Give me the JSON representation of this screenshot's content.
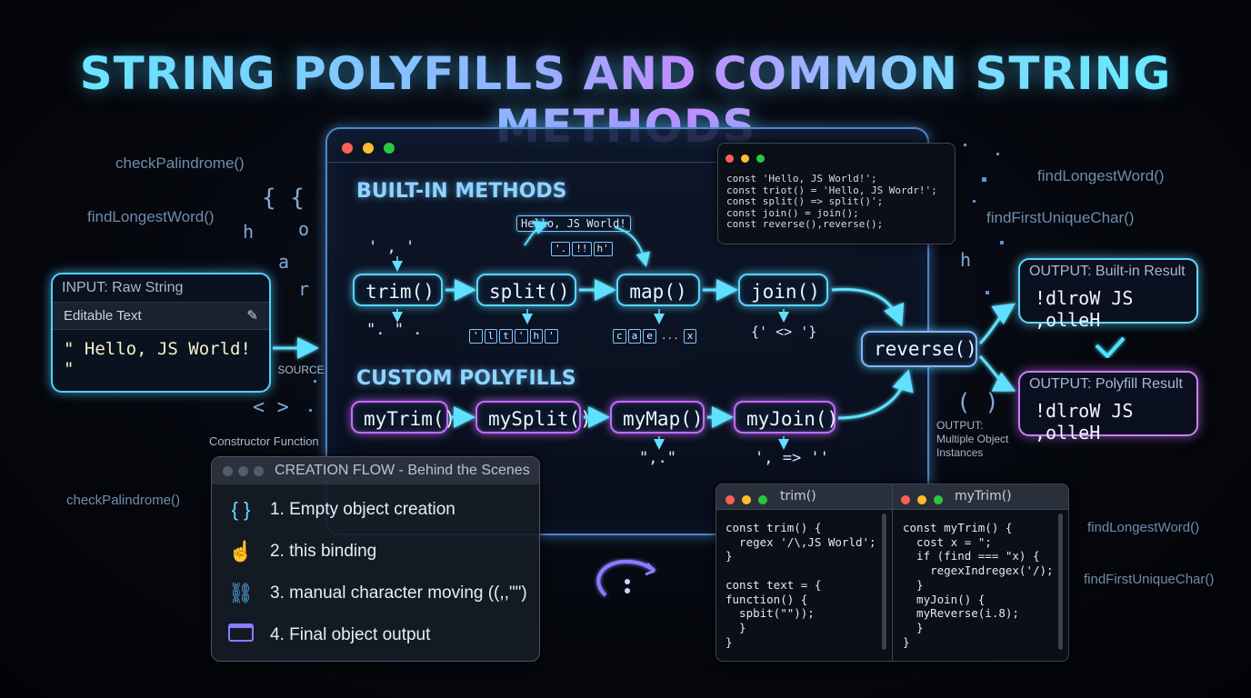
{
  "title": "STRING POLYFILLS AND COMMON STRING METHODS",
  "floating_labels": {
    "left_top": "checkPalindrome()",
    "left_mid": "findLongestWord()",
    "left_bottom": "checkPalindrome()",
    "right_top1": "findLongestWord()",
    "right_top2": "findFirstUniqueChar()",
    "right_bottom1": "findLongestWord()",
    "right_bottom2": "findFirstUniqueChar()"
  },
  "input": {
    "header": "INPUT: Raw String",
    "subheader": "Editable Text",
    "value": "\" Hello, JS World! \""
  },
  "source_label": {
    "line1": "SOURCE:",
    "line2": "Constructor Function"
  },
  "builtin": {
    "heading": "BUILT-IN METHODS",
    "nodes": [
      "trim()",
      "split()",
      "map()",
      "join()"
    ],
    "sample_tag": "Hello, JS World!",
    "above_trim": "' , '",
    "below_trim": "\". \" .",
    "below_split": [
      "'",
      "l",
      "t",
      "'",
      "h",
      "'"
    ],
    "above_map": [
      "'.",
      "!!",
      "h'"
    ],
    "below_map": [
      "c",
      "a",
      "e",
      "...",
      "x"
    ],
    "below_join": "{' <> '}"
  },
  "custom": {
    "heading": "CUSTOM POLYFILLS",
    "nodes": [
      "myTrim()",
      "mySplit()",
      "myMap()",
      "myJoin()"
    ],
    "below_map": "\",.\"",
    "below_join": "', => ''"
  },
  "reverse_node": "reverse()",
  "output_builtin": {
    "header": "OUTPUT: Built-in Result",
    "value": "!dlroW JS ,olleH"
  },
  "output_polyfill": {
    "header": "OUTPUT: Polyfill Result",
    "value": "!dlroW JS ,olleH"
  },
  "output_label": {
    "line1": "OUTPUT:",
    "line2": "Multiple Object",
    "line3": "Instances"
  },
  "top_code": [
    "const 'Hello, JS World!';",
    "const triot() = 'Hello, JS Wordr!';",
    "const split() => split()';",
    "const join() = join();",
    "const reverse(),reverse();"
  ],
  "code_trim": {
    "title": "trim()",
    "lines": [
      "const trim() {",
      "  regex '/\\,JS World';",
      "}",
      "",
      "const text = {",
      "function() {",
      "  spbit(\"\"));",
      "  }",
      "}"
    ]
  },
  "code_mytrim": {
    "title": "myTrim()",
    "lines": [
      "const myTrim() {",
      "  cost x = \";",
      "  if (find === \"x) {",
      "    regexIndregex('/);",
      "  }",
      "  myJoin() {",
      "  myReverse(i.8);",
      "  }",
      "}"
    ]
  },
  "creation_flow": {
    "header": "CREATION FLOW - Behind the Scenes",
    "steps": [
      {
        "icon": "braces-icon",
        "label": "1. Empty object creation"
      },
      {
        "icon": "pointer-hand-icon",
        "label": "2. this binding"
      },
      {
        "icon": "link-icon",
        "label": "3. manual character moving ((,,\"\")"
      },
      {
        "icon": "window-icon",
        "label": "4. Final object output"
      }
    ]
  },
  "colors": {
    "cyan": "#59d6ff",
    "purple": "#c36cff",
    "accent_green": "#5ff0d0"
  }
}
